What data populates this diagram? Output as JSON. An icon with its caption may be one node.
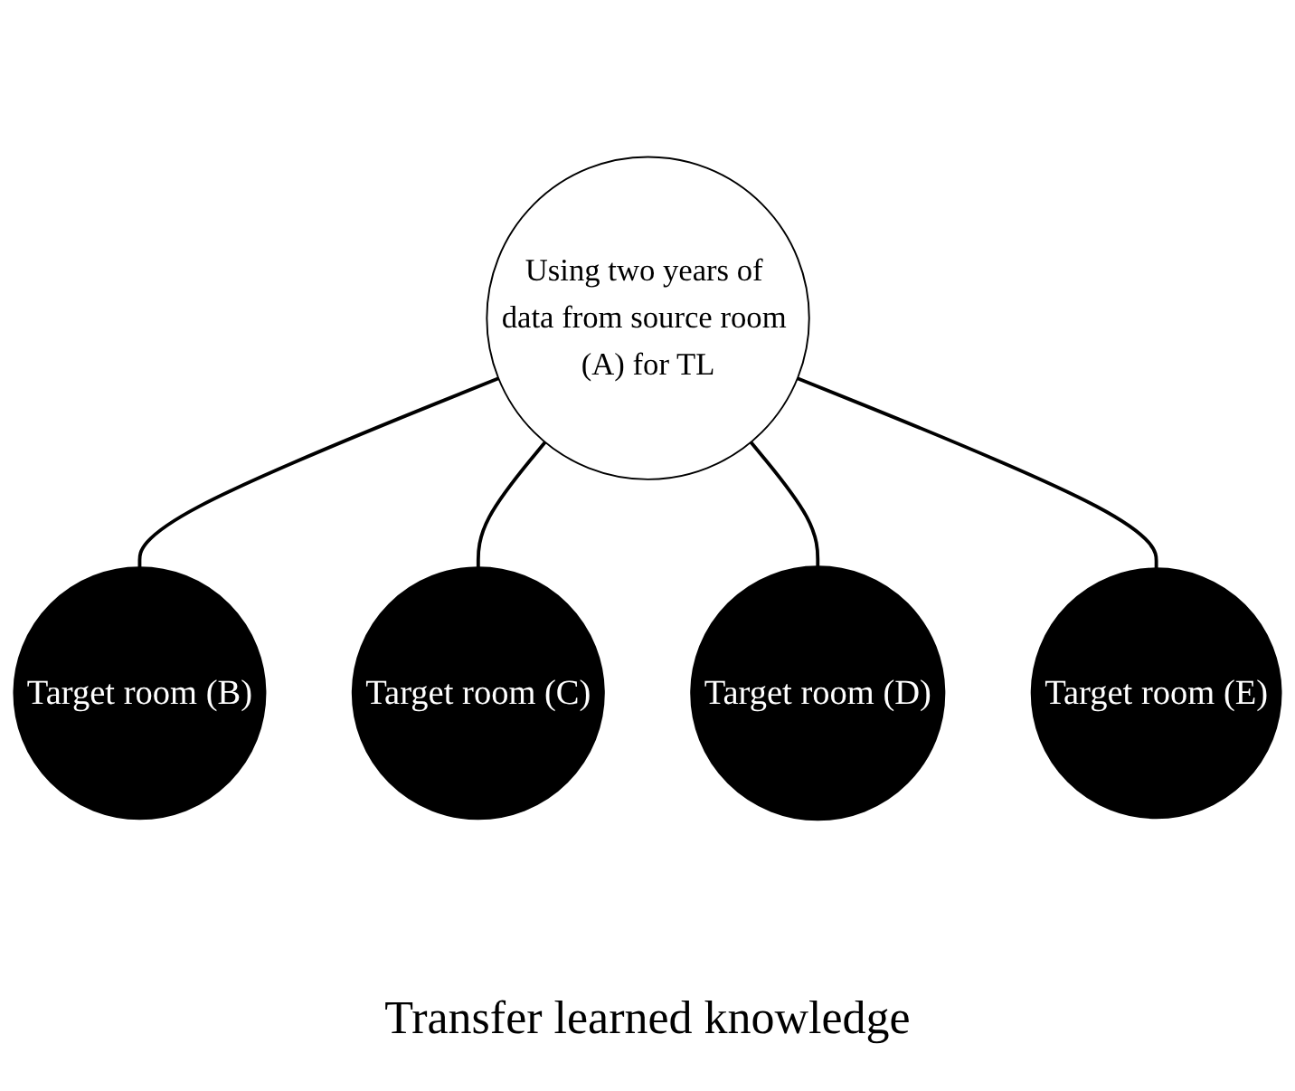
{
  "diagram": {
    "nodes": [
      {
        "text": [
          "Using two years of data from source room (A) for TL"
        ]
      },
      {
        "text": [
          "Target room (B)"
        ]
      },
      {
        "text": [
          "Target room (C)"
        ]
      },
      {
        "text": [
          "Target room (D)"
        ]
      },
      {
        "text": [
          "Target room (E)"
        ]
      }
    ],
    "edges": [
      {
        "from": 0,
        "to": 1,
        "arrow": "none"
      },
      {
        "from": 0,
        "to": 2,
        "arrow": "none"
      },
      {
        "from": 0,
        "to": 3,
        "arrow": "none"
      },
      {
        "from": 0,
        "to": 4,
        "arrow": "none"
      }
    ],
    "labels": [
      "Transfer learned knowledge"
    ]
  }
}
